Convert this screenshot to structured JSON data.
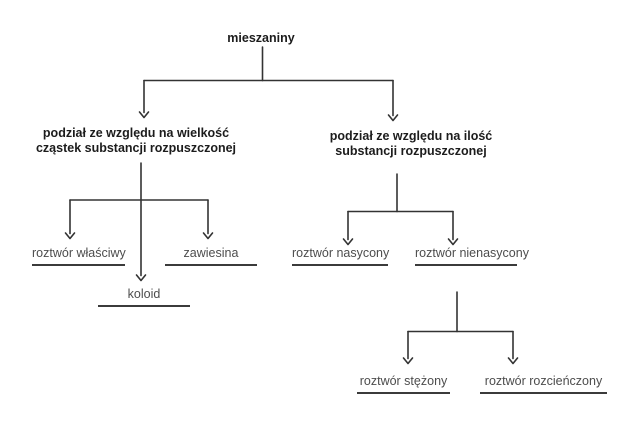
{
  "tree": {
    "root": "mieszaniny",
    "branches": [
      {
        "title": [
          "podział ze względu na wielkość",
          "cząstek substancji rozpuszczonej"
        ],
        "children": [
          "roztwór właściwy",
          "koloid",
          "zawiesina"
        ]
      },
      {
        "title": [
          "podział ze względu na ilość",
          "substancji rozpuszczonej"
        ],
        "children": [
          "roztwór nasycony",
          "roztwór nienasycony"
        ],
        "subchildren_parent": "roztwór nienasycony",
        "subchildren": [
          "roztwór stężony",
          "roztwór rozcieńczony"
        ]
      }
    ]
  },
  "colors": {
    "line": "#333333",
    "header_text": "#1c1c1c",
    "leaf_text": "#4d4d4d",
    "underline": "#3b3b3b",
    "background": "#ffffff"
  }
}
